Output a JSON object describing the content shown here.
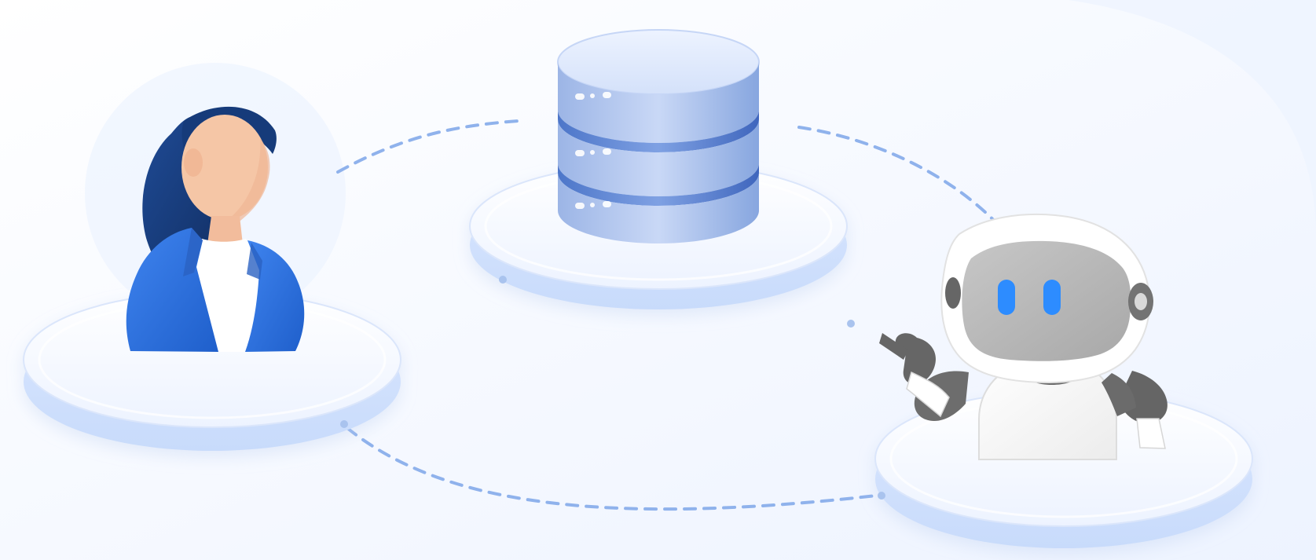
{
  "diagram": {
    "nodes": [
      {
        "id": "person",
        "icon": "person-icon"
      },
      {
        "id": "database",
        "icon": "database-icon"
      },
      {
        "id": "robot",
        "icon": "robot-icon"
      }
    ],
    "connections": [
      {
        "from": "person",
        "to": "database",
        "style": "dashed"
      },
      {
        "from": "database",
        "to": "robot",
        "style": "dashed"
      },
      {
        "from": "person",
        "to": "robot",
        "style": "dashed"
      }
    ]
  },
  "colors": {
    "background": "#f7faff",
    "platform": "#e7efff",
    "platform_edge": "#c9d9f4",
    "dashed_line": "#8fb2ec",
    "person_blazer": "#2f6fd8",
    "person_hair": "#163b7a",
    "database_body": "#a9bde8",
    "robot_face": "#b8b8b8",
    "robot_eyes": "#2d8cff"
  }
}
